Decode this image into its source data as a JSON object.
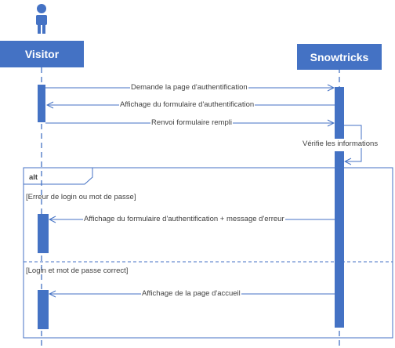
{
  "diagram": {
    "type": "sequence",
    "colors": {
      "accent": "#4472c4",
      "text": "#404040",
      "frame": "#4472c4"
    },
    "actor_icon": "stick-figure-icon",
    "participants": [
      {
        "id": "visitor",
        "label": "Visitor"
      },
      {
        "id": "snowtricks",
        "label": "Snowtricks"
      }
    ],
    "messages": [
      {
        "id": "m1",
        "from": "visitor",
        "to": "snowtricks",
        "label": "Demande la page d'authentification"
      },
      {
        "id": "m2",
        "from": "snowtricks",
        "to": "visitor",
        "label": "Affichage du formulaire d'authentification"
      },
      {
        "id": "m3",
        "from": "visitor",
        "to": "snowtricks",
        "label": "Renvoi formulaire rempli"
      },
      {
        "id": "m4",
        "from": "snowtricks",
        "to": "snowtricks",
        "label": "Vérifie les informations"
      },
      {
        "id": "m5",
        "from": "snowtricks",
        "to": "visitor",
        "label": "Affichage du formulaire d'authentification + message d'erreur"
      },
      {
        "id": "m6",
        "from": "snowtricks",
        "to": "visitor",
        "label": "Affichage de la page d'accueil"
      }
    ],
    "fragment": {
      "operator": "alt",
      "guards": [
        "[Erreur de login ou mot de passe]",
        "[Login et mot de passe correct]"
      ]
    }
  }
}
